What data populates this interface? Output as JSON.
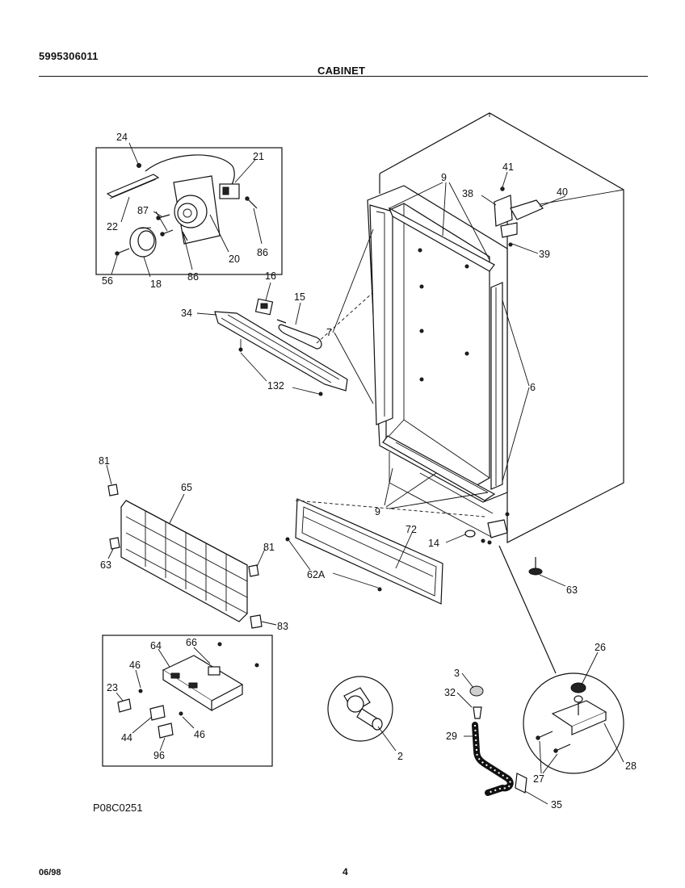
{
  "header": {
    "doc_number": "5995306011",
    "title": "CABINET"
  },
  "footer": {
    "figure_code": "P08C0251",
    "date": "06/98",
    "page": "4"
  },
  "callouts": [
    "24",
    "21",
    "22",
    "87",
    "20",
    "86",
    "56",
    "18",
    "86",
    "16",
    "15",
    "34",
    "132",
    "7",
    "9",
    "41",
    "38",
    "40",
    "39",
    "6",
    "9",
    "14",
    "72",
    "81",
    "65",
    "63",
    "81",
    "83",
    "62A",
    "63",
    "64",
    "66",
    "46",
    "23",
    "44",
    "46",
    "96",
    "2",
    "3",
    "32",
    "29",
    "26",
    "28",
    "27",
    "35"
  ]
}
